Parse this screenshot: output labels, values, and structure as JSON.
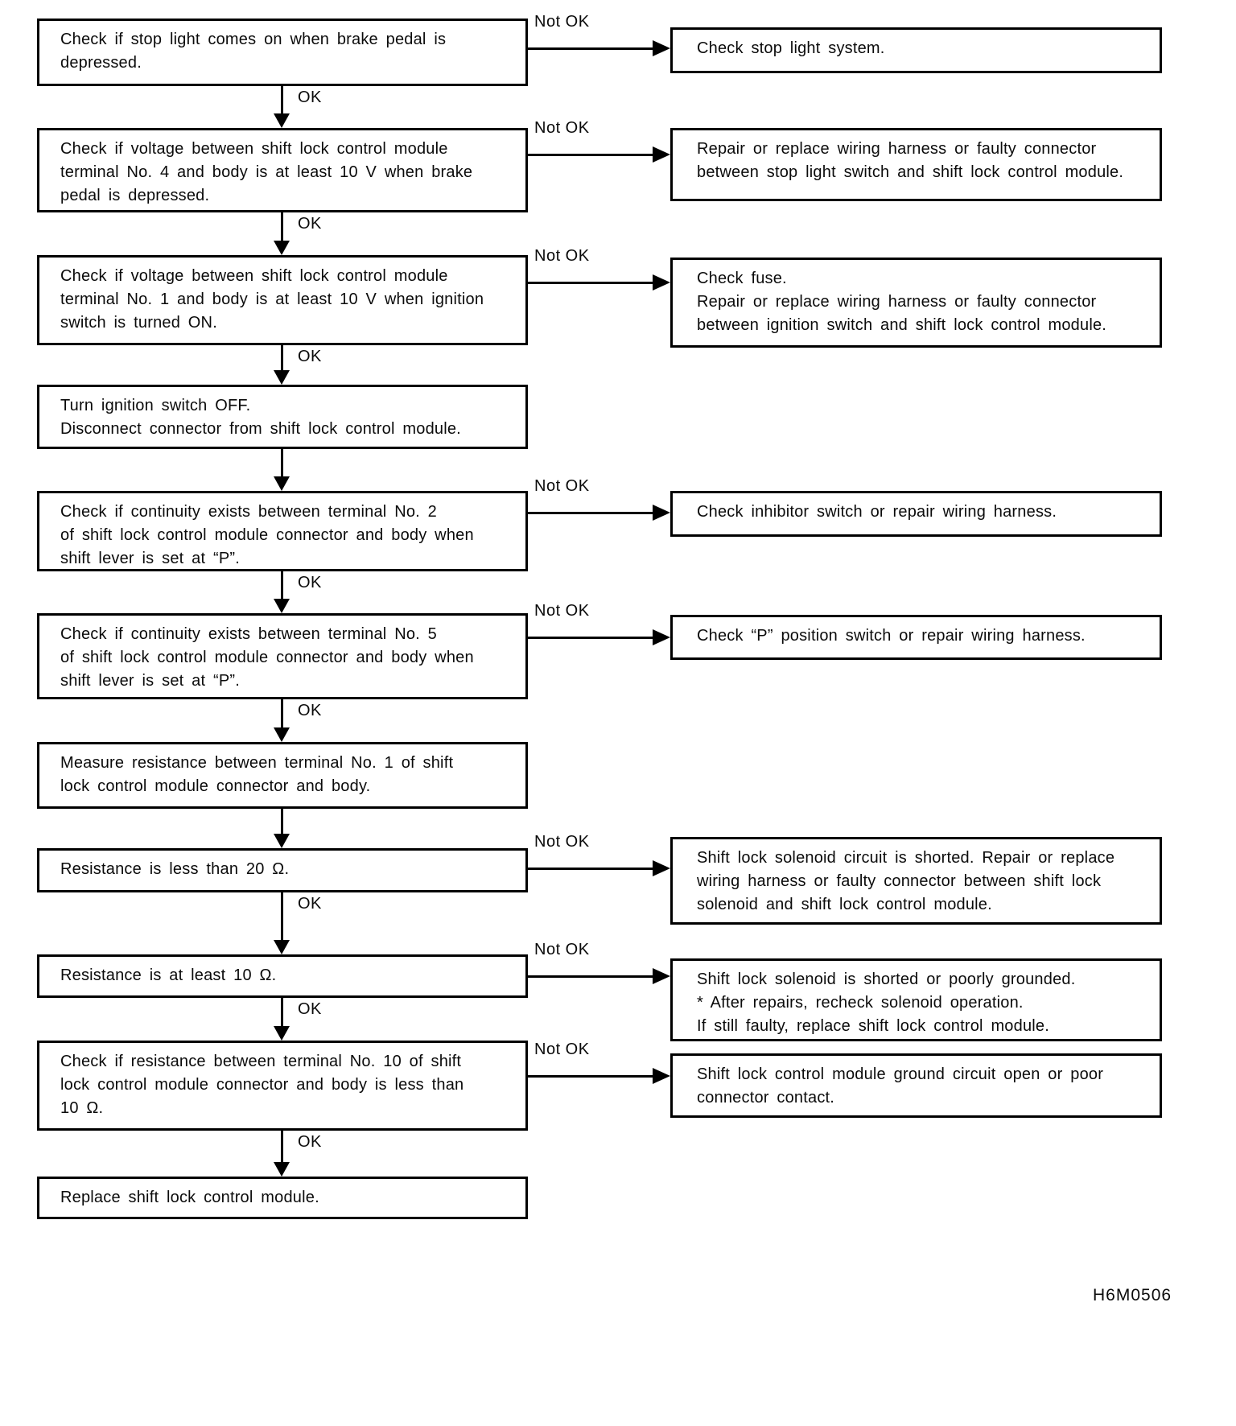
{
  "labels": {
    "ok": "OK",
    "not_ok": "Not OK"
  },
  "footer": {
    "figure_code": "H6M0506"
  },
  "flowchart": {
    "steps": [
      {
        "id": "check-stop-light",
        "lines": [
          "Check if stop light comes on when brake pedal is",
          "depressed."
        ]
      },
      {
        "id": "check-voltage-terminal-4",
        "lines": [
          "Check if voltage between shift lock control module",
          "terminal No. 4 and body is at least 10 V when brake",
          "pedal is depressed."
        ]
      },
      {
        "id": "check-voltage-terminal-1",
        "lines": [
          "Check if voltage between shift lock control module",
          "terminal No. 1 and body is at least 10 V when ignition",
          "switch is turned ON."
        ]
      },
      {
        "id": "turn-ignition-off",
        "lines": [
          "Turn ignition switch OFF.",
          "Disconnect connector from shift lock control module."
        ]
      },
      {
        "id": "check-continuity-terminal-2",
        "lines": [
          "Check if continuity exists between terminal No. 2",
          "of shift lock control module connector and body when",
          "shift lever is set at “P”."
        ]
      },
      {
        "id": "check-continuity-terminal-5",
        "lines": [
          "Check if continuity exists between terminal No. 5",
          "of shift lock control module connector and body when",
          "shift lever is set at “P”."
        ]
      },
      {
        "id": "measure-resistance",
        "lines": [
          "Measure resistance between terminal No. 1 of shift",
          "lock control module connector and body."
        ]
      },
      {
        "id": "resistance-less-than-20",
        "lines": [
          "Resistance is less than 20 Ω."
        ]
      },
      {
        "id": "resistance-at-least-10",
        "lines": [
          "Resistance is at least 10 Ω."
        ]
      },
      {
        "id": "check-resistance-terminal-10",
        "lines": [
          "Check if resistance between terminal No. 10 of shift",
          "lock control module connector and body is less than",
          "10 Ω."
        ]
      },
      {
        "id": "replace-module",
        "lines": [
          "Replace shift lock control module."
        ]
      }
    ],
    "results": [
      {
        "id": "check-stop-light-system",
        "lines": [
          "Check stop light system."
        ]
      },
      {
        "id": "repair-stop-light-wiring",
        "lines": [
          "Repair or replace wiring harness or faulty connector",
          "between stop light switch and shift lock control module."
        ]
      },
      {
        "id": "check-fuse",
        "lines": [
          "Check fuse.",
          "Repair or replace wiring harness or faulty connector",
          "between ignition switch and shift lock control module."
        ]
      },
      {
        "id": "check-inhibitor-switch",
        "lines": [
          "Check inhibitor switch or repair wiring harness."
        ]
      },
      {
        "id": "check-p-position-switch",
        "lines": [
          "Check “P” position switch or repair wiring harness."
        ]
      },
      {
        "id": "solenoid-circuit-shorted",
        "lines": [
          "Shift lock solenoid circuit is shorted. Repair or replace",
          "wiring harness or faulty connector between shift lock",
          "solenoid and shift lock control module."
        ]
      },
      {
        "id": "solenoid-shorted-or-grounded",
        "lines": [
          "Shift lock solenoid is shorted or poorly grounded.",
          "* After repairs, recheck solenoid operation.",
          "If still faulty, replace shift lock control module."
        ]
      },
      {
        "id": "ground-circuit-open",
        "lines": [
          "Shift lock control module ground circuit open or poor",
          "connector contact."
        ]
      }
    ]
  }
}
